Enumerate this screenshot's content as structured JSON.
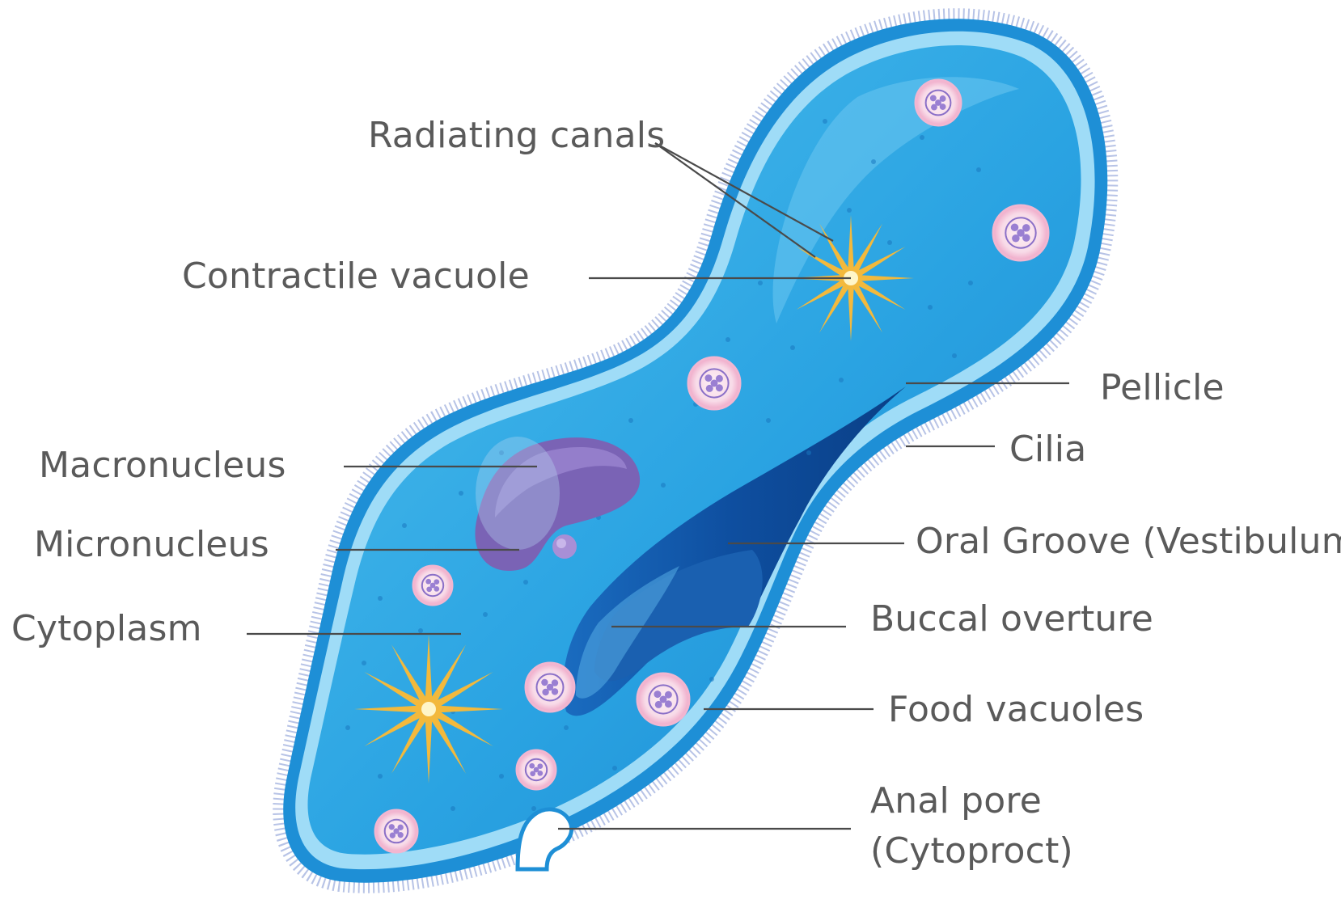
{
  "diagram": {
    "labels": {
      "radiating_canals": "Radiating canals",
      "contractile_vacuole": "Contractile vacuole",
      "pellicle": "Pellicle",
      "cilia": "Cilia",
      "macronucleus": "Macronucleus",
      "micronucleus": "Micronucleus",
      "oral_groove": "Oral Groove (Vestibulum)",
      "cytoplasm": "Cytoplasm",
      "buccal_overture": "Buccal overture",
      "food_vacuoles": "Food vacuoles",
      "anal_pore_line1": "Anal pore",
      "anal_pore_line2": "(Cytoproct)"
    },
    "colors": {
      "cilia_fringe": "#b8c4e6",
      "pellicle_outer": "#1e8fd6",
      "pellicle_band": "#8fd6f5",
      "cytoplasm": "#3aaee6",
      "cytoplasm_light": "#6cc7f0",
      "oral_groove_dark": "#0d4f9e",
      "oral_groove_mid": "#1b6fc0",
      "macronucleus": "#7a63b5",
      "micronucleus": "#a88fd6",
      "contractile_vacuole": "#f3b93c",
      "food_vacuole_ring": "#f2b6d0",
      "food_vacuole_fill": "#fbe5ef",
      "food_vacuole_dots": "#8a6fc7",
      "leader_line": "#4a4a4a",
      "label_text": "#5a5a5a"
    }
  }
}
